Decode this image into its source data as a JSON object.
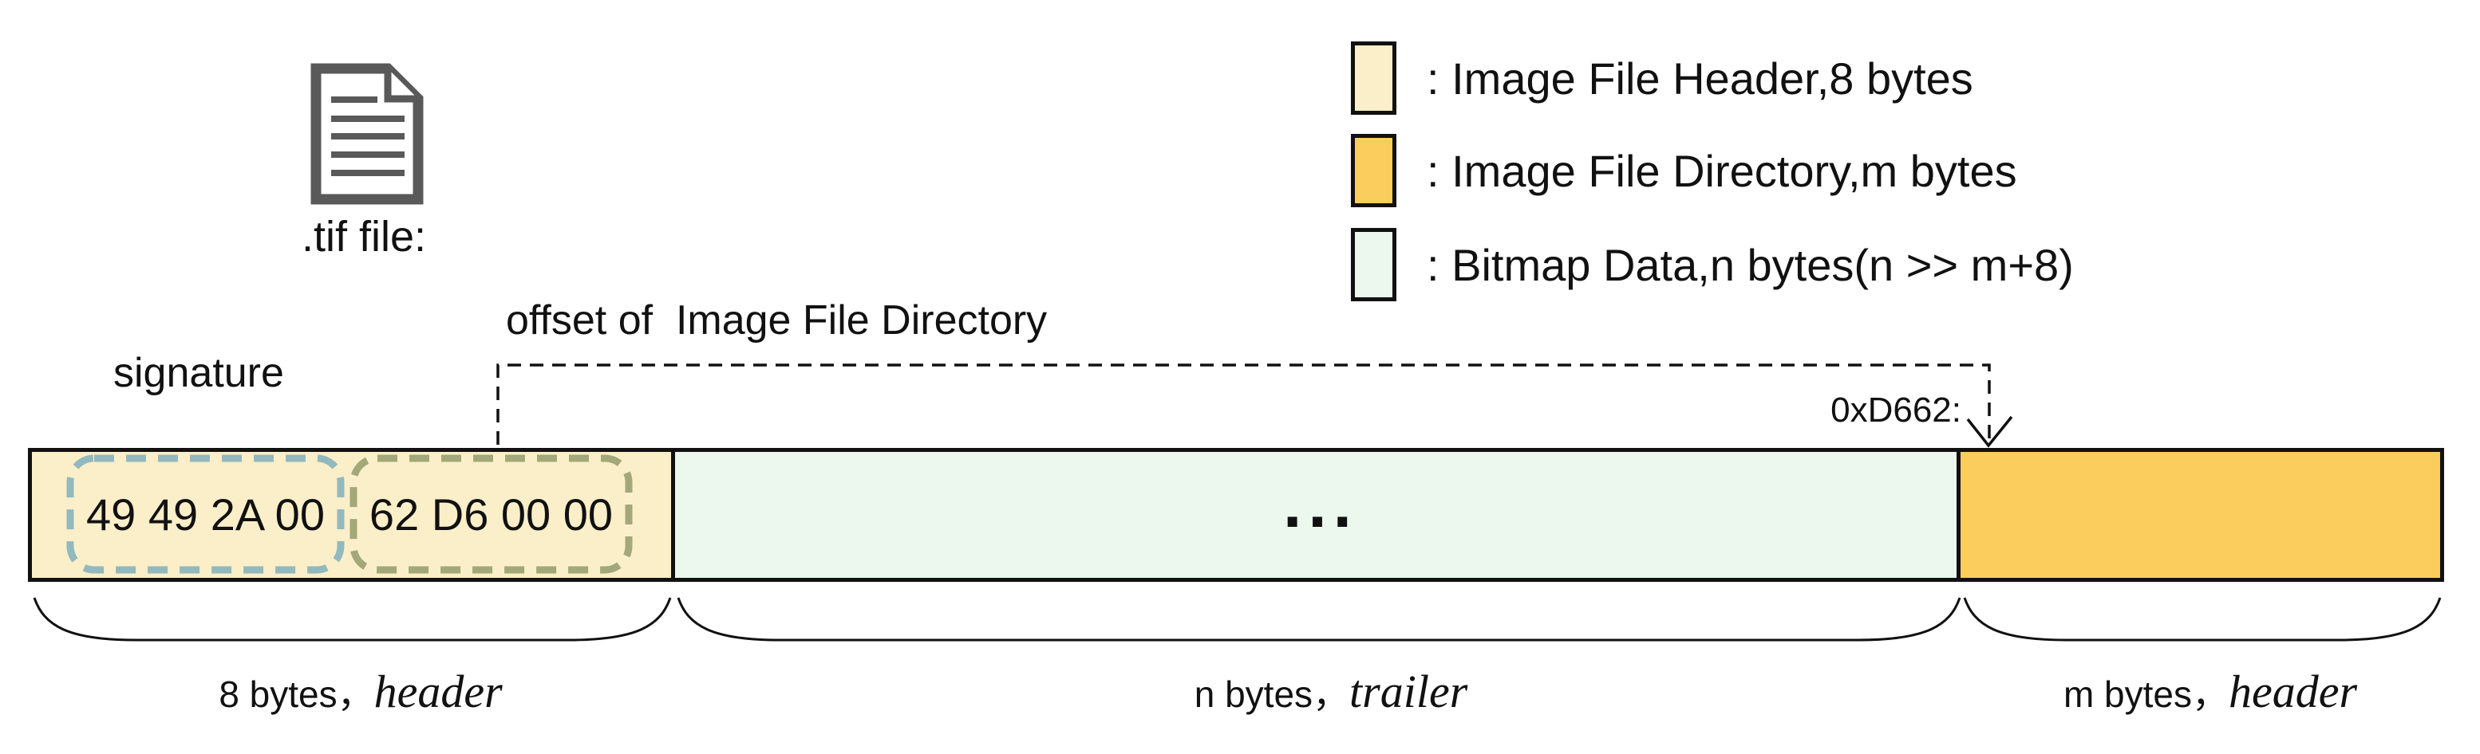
{
  "file": {
    "caption": ".tif file:",
    "icon": "document-icon"
  },
  "legend": {
    "items": [
      {
        "label": ": Image File Header,8 bytes",
        "color": "#FBEFC9",
        "color_key": "cream"
      },
      {
        "label": ": Image File Directory,m bytes",
        "color": "#FACD5D",
        "color_key": "gold"
      },
      {
        "label": ": Bitmap Data,n bytes(n >> m+8)",
        "color": "#ECF7EE",
        "color_key": "mint"
      }
    ]
  },
  "annotations": {
    "signature_label": "signature",
    "offset_label": "offset of  Image File Directory",
    "ifd_address": "0xD662:"
  },
  "byte_bar": {
    "signature_hex": "49 49 2A 00",
    "offset_hex": "62 D6 00 00",
    "bitmap_ellipsis": "...",
    "sections": [
      {
        "name": "image-file-header",
        "fill": "#FBEFC9"
      },
      {
        "name": "bitmap-data",
        "fill": "#ECF7EE"
      },
      {
        "name": "image-file-directory",
        "fill": "#FACD5D"
      }
    ]
  },
  "brace_labels": [
    {
      "size": "8 bytes，",
      "word": "header"
    },
    {
      "size": "n bytes，",
      "word": "trailer"
    },
    {
      "size": "m bytes，",
      "word": "header"
    }
  ],
  "colors": {
    "cream": "#FBEFC9",
    "gold": "#FACD5D",
    "mint": "#ECF7EE",
    "dash_blue": "#92B9BD",
    "dash_olive": "#A2A878",
    "icon_gray": "#595959",
    "ink": "#111111",
    "bg": "#FFFFFF"
  }
}
